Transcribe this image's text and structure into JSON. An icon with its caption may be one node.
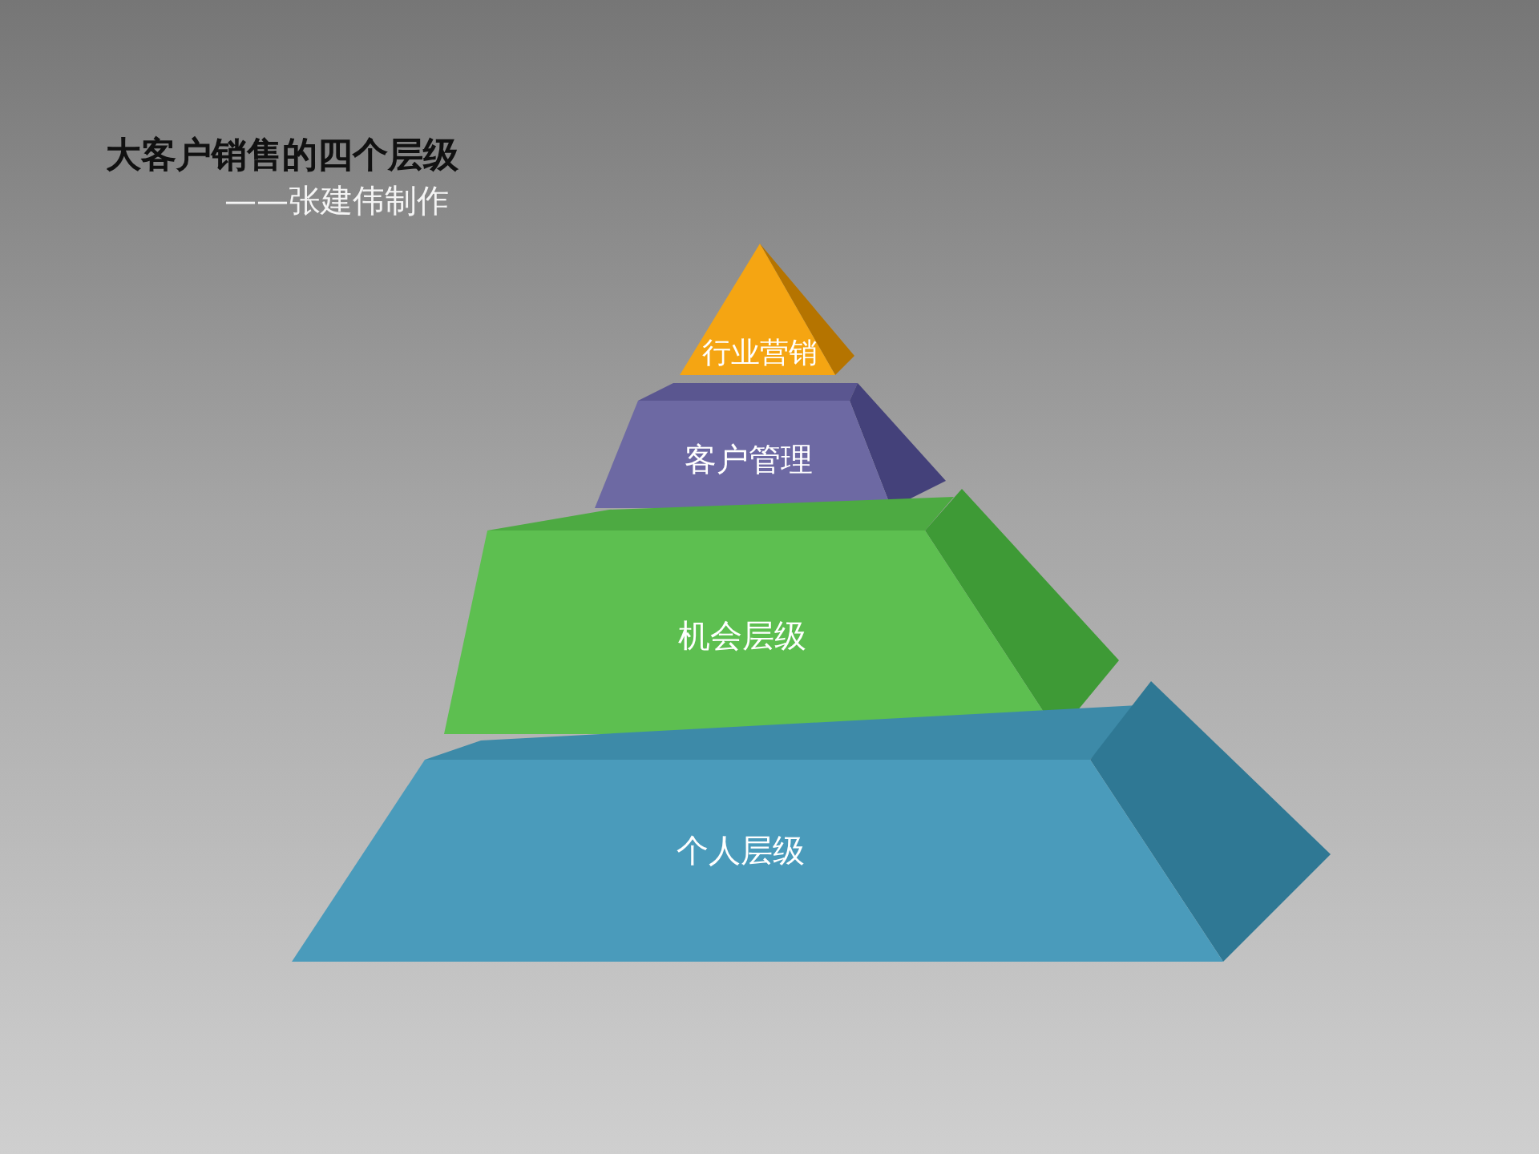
{
  "diagram": {
    "title": "大客户销售的四个层级",
    "nodes": [
      {
        "text": [
          "行业营销"
        ]
      },
      {
        "text": [
          "客户管理"
        ]
      },
      {
        "text": [
          "机会层级"
        ]
      },
      {
        "text": [
          "个人层级"
        ]
      }
    ],
    "labels": [
      "——张建伟制作"
    ]
  }
}
